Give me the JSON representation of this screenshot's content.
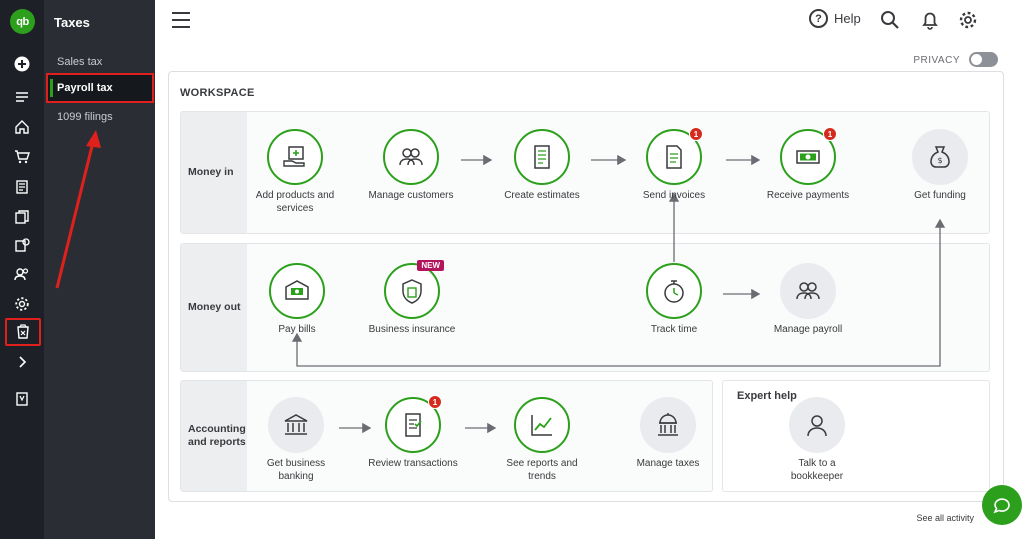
{
  "rail": {
    "logo": "qb"
  },
  "subnav": {
    "title": "Taxes",
    "items": [
      {
        "label": "Sales tax"
      },
      {
        "label": "Payroll tax"
      },
      {
        "label": "1099 filings"
      }
    ]
  },
  "topbar": {
    "help_label": "Help"
  },
  "main": {
    "privacy_label": "PRIVACY",
    "workspace_title": "WORKSPACE",
    "see_all": "See all activity"
  },
  "money_in": {
    "label": "Money in",
    "nodes": [
      {
        "label": "Add products and services",
        "icon": "product-box-icon"
      },
      {
        "label": "Manage customers",
        "icon": "customers-icon"
      },
      {
        "label": "Create estimates",
        "icon": "estimate-icon"
      },
      {
        "label": "Send invoices",
        "icon": "invoice-icon",
        "badge": "1"
      },
      {
        "label": "Receive payments",
        "icon": "payment-icon",
        "badge": "1"
      },
      {
        "label": "Get funding",
        "icon": "money-bag-icon"
      }
    ]
  },
  "money_out": {
    "label": "Money out",
    "nodes": [
      {
        "label": "Pay bills",
        "icon": "bill-icon"
      },
      {
        "label": "Business insurance",
        "icon": "shield-icon",
        "badge": "NEW"
      },
      {
        "label": "Track time",
        "icon": "stopwatch-icon"
      },
      {
        "label": "Manage payroll",
        "icon": "payroll-icon"
      }
    ]
  },
  "accounting": {
    "label": "Accounting and reports",
    "nodes": [
      {
        "label": "Get business banking",
        "icon": "bank-icon"
      },
      {
        "label": "Review transactions",
        "icon": "transactions-icon",
        "badge": "1"
      },
      {
        "label": "See reports and trends",
        "icon": "chart-trend-icon"
      },
      {
        "label": "Manage taxes",
        "icon": "government-building-icon"
      }
    ]
  },
  "expert": {
    "title": "Expert help",
    "node": {
      "label": "Talk to a bookkeeper",
      "icon": "person-icon"
    }
  },
  "colors": {
    "accent": "#2ca01c",
    "annotation": "#e0201c",
    "rail": "#1d2026",
    "badge": "#d52b1e"
  }
}
